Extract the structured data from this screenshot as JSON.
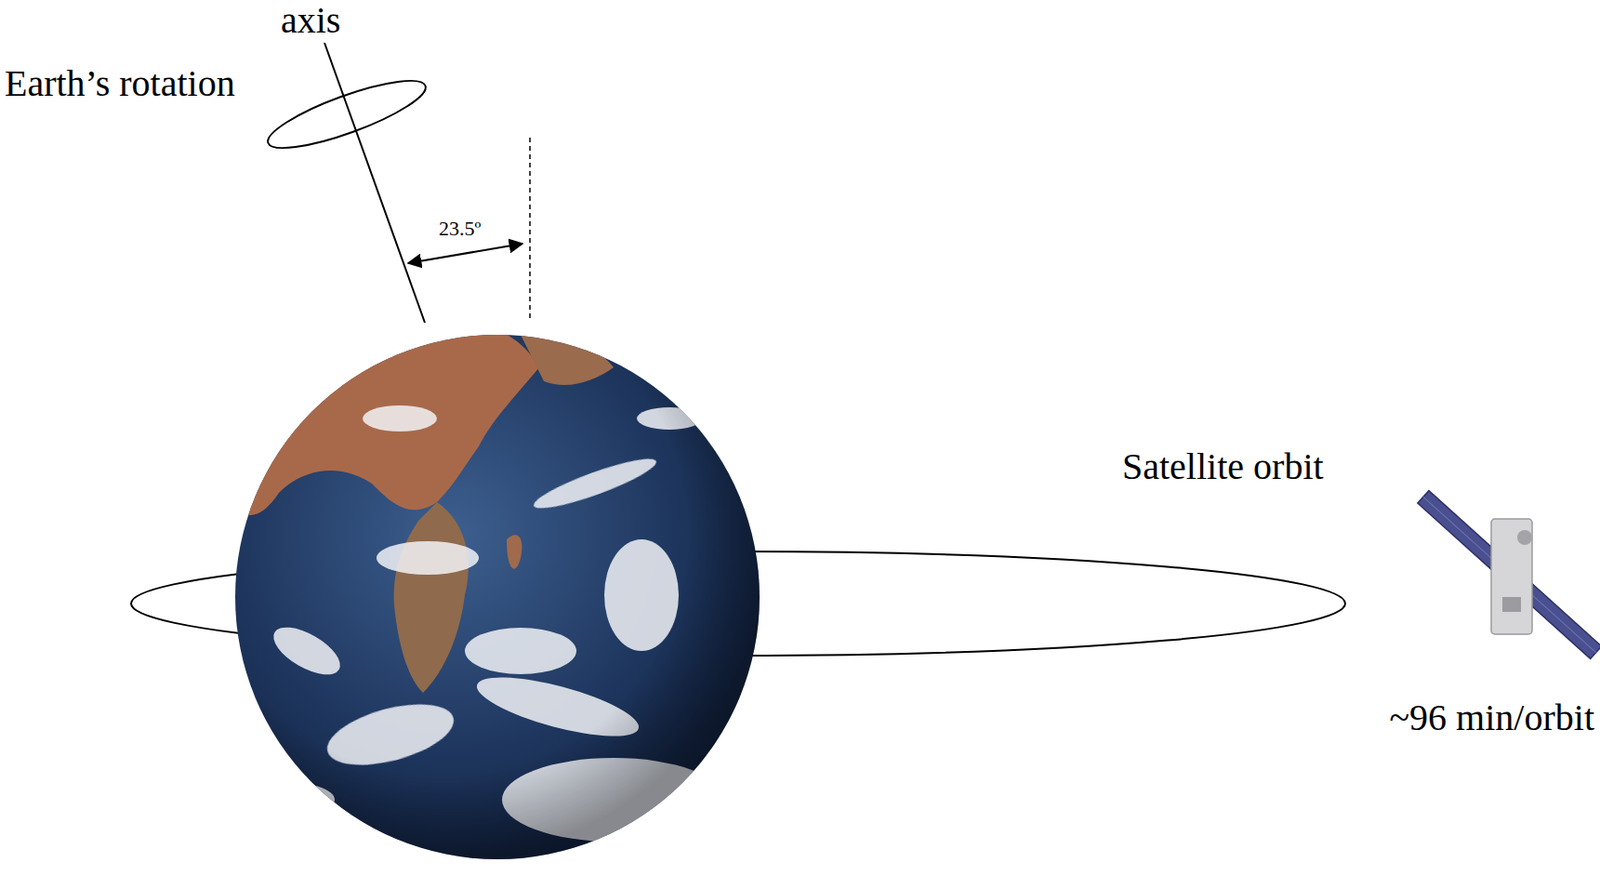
{
  "diagram": {
    "labels": [
      "axis",
      "Earth’s rotation",
      "23.5º",
      "Satellite orbit",
      "~96 min/orbit"
    ]
  }
}
